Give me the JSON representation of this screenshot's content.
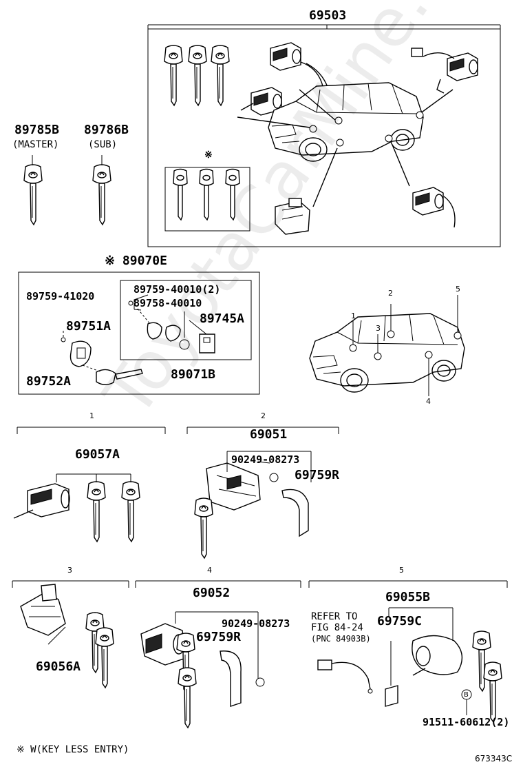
{
  "labels": {
    "p69503": "69503",
    "p89785B": "89785B",
    "master": "(MASTER)",
    "p89786B": "89786B",
    "sub": "(SUB)",
    "star_key_set": "※",
    "p89070E": "※ 89070E",
    "p89759_41020": "89759-41020",
    "p89759_40010": "89759-40010(2)",
    "p89758_40010": "89758-40010",
    "p89751A": "89751A",
    "p89745A": "89745A",
    "p89752A": "89752A",
    "p89071B": "89071B",
    "p69051": "69051",
    "p69057A": "69057A",
    "p90249_08273_a": "90249-08273",
    "p69759R_a": "69759R",
    "p69052": "69052",
    "p90249_08273_b": "90249-08273",
    "p69759R_b": "69759R",
    "p69056A": "69056A",
    "p69055B": "69055B",
    "refer_to": "REFER TO",
    "fig_ref": "FIG 84-24",
    "pnc_ref": "(PNC 84903B)",
    "p69759C": "69759C",
    "p91511_60612": "91511-60612(2)",
    "footnote": "※  W(KEY LESS ENTRY)",
    "fig_code": "673343C",
    "callout_b": "B"
  },
  "callouts": [
    "1",
    "2",
    "3",
    "4",
    "5"
  ],
  "watermark": "ToyotaCarMine.ru"
}
